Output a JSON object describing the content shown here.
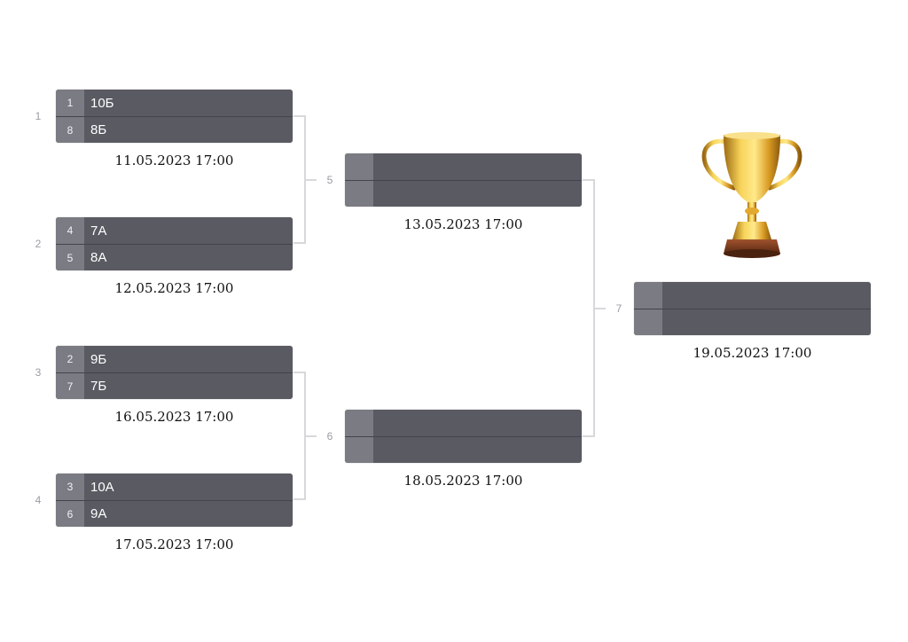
{
  "rounds": [
    {
      "matches": [
        {
          "number": "1",
          "date": "11.05.2023 17:00",
          "teams": [
            {
              "seed": "1",
              "name": "10Б"
            },
            {
              "seed": "8",
              "name": "8Б"
            }
          ]
        },
        {
          "number": "2",
          "date": "12.05.2023 17:00",
          "teams": [
            {
              "seed": "4",
              "name": "7А"
            },
            {
              "seed": "5",
              "name": "8А"
            }
          ]
        },
        {
          "number": "3",
          "date": "16.05.2023 17:00",
          "teams": [
            {
              "seed": "2",
              "name": "9Б"
            },
            {
              "seed": "7",
              "name": "7Б"
            }
          ]
        },
        {
          "number": "4",
          "date": "17.05.2023 17:00",
          "teams": [
            {
              "seed": "3",
              "name": "10А"
            },
            {
              "seed": "6",
              "name": "9А"
            }
          ]
        }
      ]
    },
    {
      "matches": [
        {
          "number": "5",
          "date": "13.05.2023 17:00",
          "teams": [
            {
              "seed": "",
              "name": ""
            },
            {
              "seed": "",
              "name": ""
            }
          ]
        },
        {
          "number": "6",
          "date": "18.05.2023 17:00",
          "teams": [
            {
              "seed": "",
              "name": ""
            },
            {
              "seed": "",
              "name": ""
            }
          ]
        }
      ]
    },
    {
      "matches": [
        {
          "number": "7",
          "date": "19.05.2023 17:00",
          "teams": [
            {
              "seed": "",
              "name": ""
            },
            {
              "seed": "",
              "name": ""
            }
          ]
        }
      ]
    }
  ],
  "colors": {
    "box": "#595a62",
    "seed_cell": "#7a7b83",
    "connector": "#d8d8dc",
    "trophy_gold": "#e9b22e"
  },
  "icons": {
    "champion": "trophy-icon"
  }
}
